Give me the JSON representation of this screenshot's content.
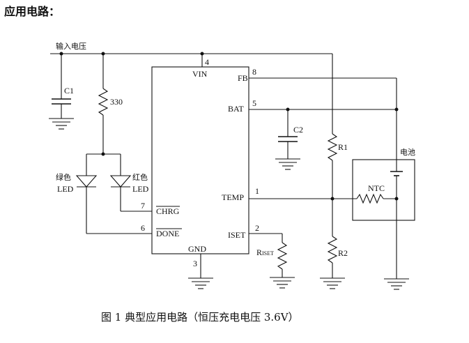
{
  "section_title": "应用电路：",
  "input_label": "输入电压",
  "resistor_330": "330",
  "c1": "C1",
  "c2": "C2",
  "r1": "R1",
  "r2": "R2",
  "riset": "R",
  "riset_sub": "ISET",
  "ntc": "NTC",
  "battery": "电池",
  "led_green_1": "绿色",
  "led_green_2": "LED",
  "led_red_1": "红色",
  "led_red_2": "LED",
  "pins": {
    "vin_num": "4",
    "vin": "VIN",
    "fb_num": "8",
    "fb": "FB",
    "bat_num": "5",
    "bat": "BAT",
    "temp_num": "1",
    "temp": "TEMP",
    "chrg_num": "7",
    "chrg": "CHRG",
    "done_num": "6",
    "done": "DONE",
    "iset_num": "2",
    "iset": "ISET",
    "gnd_num": "3",
    "gnd": "GND"
  },
  "caption": "图 1    典型应用电路（恒压充电电压 3.6V）"
}
